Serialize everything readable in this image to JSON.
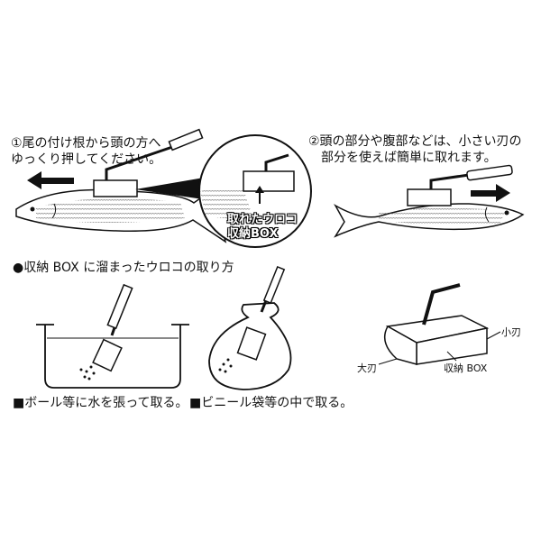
{
  "step1": {
    "line1": "①尾の付け根から頭の方へ",
    "line2": "ゆっくり押してください。"
  },
  "step2": {
    "line1": "②頭の部分や腹部などは、小さい刃の",
    "line2": "部分を使えば簡単に取れます。"
  },
  "callout": {
    "line1": "取れたウロコ",
    "line2": "収納BOX"
  },
  "section": {
    "title": "●収納 BOX に溜まったウロコの取り方"
  },
  "captions": {
    "bowl": "■ボール等に水を張って取る。",
    "bag": "■ビニール袋等の中で取る。"
  },
  "parts": {
    "small_blade": "小刃",
    "large_blade": "大刃",
    "box": "収納 BOX"
  }
}
